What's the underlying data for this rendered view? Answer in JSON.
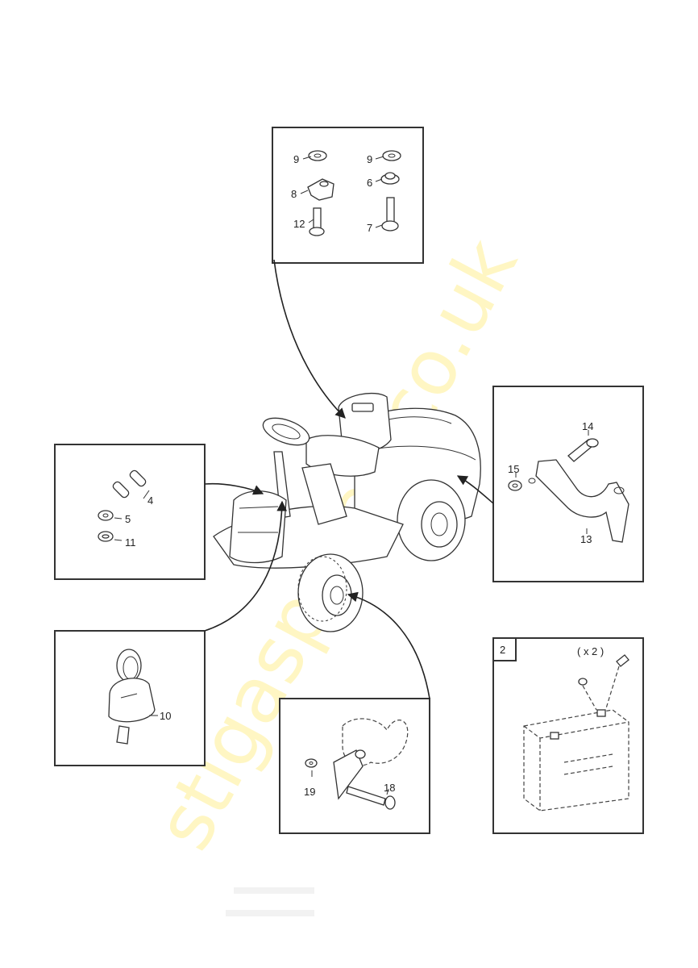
{
  "watermark": "stigaspares.co.uk",
  "callouts": {
    "seat": [
      "9",
      "8",
      "12",
      "9",
      "6",
      "7"
    ],
    "pins": [
      "4",
      "5",
      "11"
    ],
    "key": "10",
    "bracket": [
      "14",
      "15",
      "13"
    ],
    "axle": [
      "19",
      "18"
    ],
    "battery": {
      "tag": "2",
      "qty": "( x 2 )"
    }
  }
}
